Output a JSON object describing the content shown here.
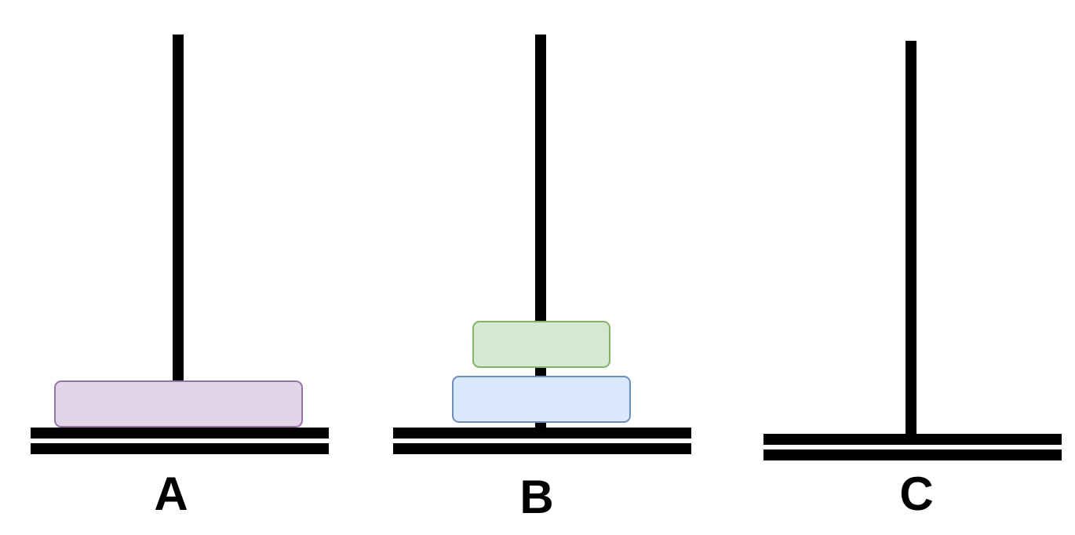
{
  "colors": {
    "background": "#ffffff",
    "rod": "#000000",
    "base": "#000000"
  },
  "pegs": [
    {
      "label": "A",
      "disks": [
        {
          "fill": "#e1d5e7",
          "stroke": "#9673a6"
        }
      ]
    },
    {
      "label": "B",
      "disks": [
        {
          "fill": "#dae8fc",
          "stroke": "#6c8ebf"
        },
        {
          "fill": "#d5e8d4",
          "stroke": "#82b366"
        }
      ]
    },
    {
      "label": "C",
      "disks": []
    }
  ]
}
